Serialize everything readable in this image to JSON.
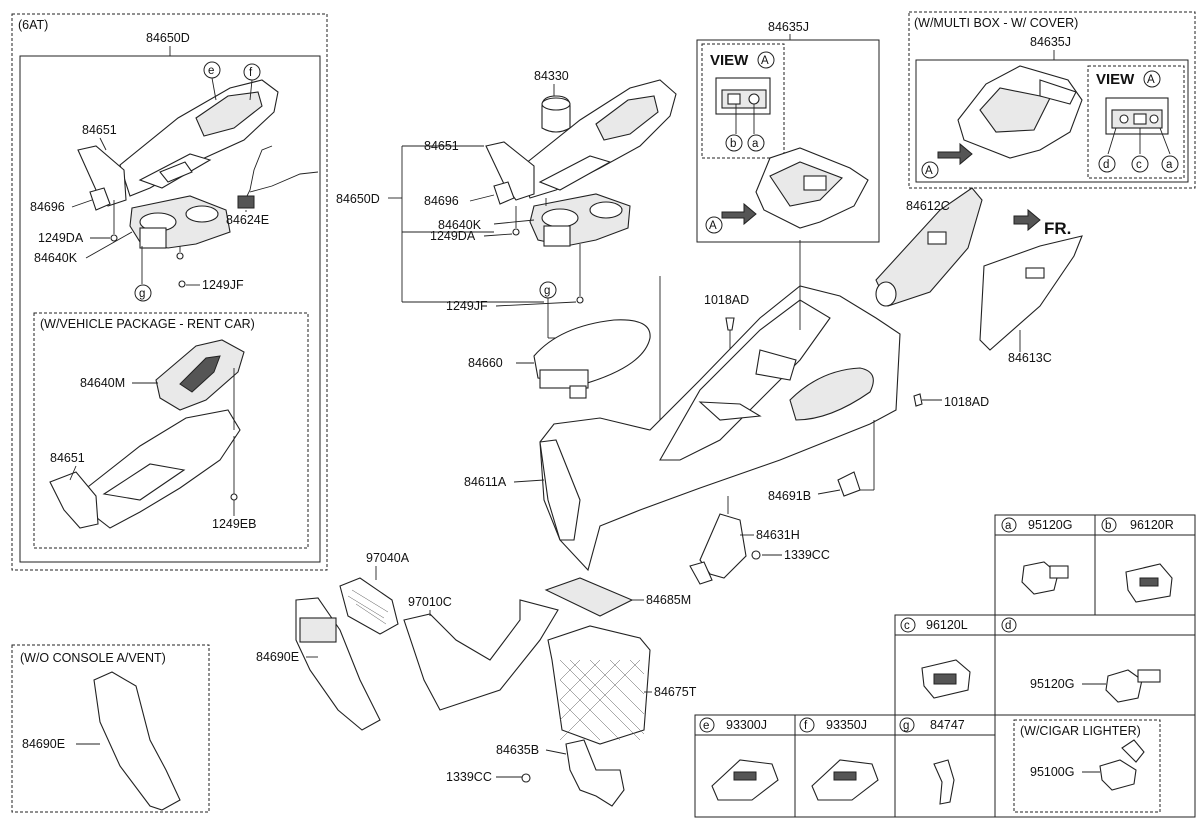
{
  "boxes": {
    "six_at": {
      "title": "(6AT)",
      "labels": [
        "84650D",
        "84651",
        "84696",
        "1249DA",
        "84640K",
        "84624E",
        "1249JF"
      ],
      "callouts": [
        "e",
        "f",
        "g"
      ]
    },
    "rent_car": {
      "title": "(W/VEHICLE PACKAGE - RENT CAR)",
      "labels": [
        "84640M",
        "84651",
        "1249EB"
      ]
    },
    "no_vent": {
      "title": "(W/O CONSOLE A/VENT)",
      "labels": [
        "84690E"
      ]
    },
    "view_a_main": {
      "part": "84635J",
      "view_title": "VIEW",
      "view_letter": "A",
      "callouts": [
        "b",
        "a"
      ],
      "arrow_letter": "A"
    },
    "multi_box": {
      "title": "(W/MULTI BOX - W/ COVER)",
      "part": "84635J",
      "view_title": "VIEW",
      "view_letter": "A",
      "callouts": [
        "d",
        "c",
        "a"
      ],
      "arrow_letter": "A"
    }
  },
  "main": {
    "labels": {
      "p84330": "84330",
      "p84651": "84651",
      "p84696": "84696",
      "p84650D": "84650D",
      "p1249DA": "1249DA",
      "p84640K": "84640K",
      "p1249JF": "1249JF",
      "p1018AD_top": "1018AD",
      "p84660": "84660",
      "p84611A": "84611A",
      "p84612C": "84612C",
      "p84613C": "84613C",
      "p1018AD_right": "1018AD",
      "p84691B": "84691B",
      "p84631H": "84631H",
      "p1339CC_a": "1339CC",
      "p97040A": "97040A",
      "p97010C": "97010C",
      "p84685M": "84685M",
      "p84690E": "84690E",
      "p84675T": "84675T",
      "p84635B": "84635B",
      "p1339CC_b": "1339CC"
    },
    "callout_g": "g",
    "front_label": "FR."
  },
  "legend": {
    "cells": [
      {
        "key": "a",
        "part": "95120G"
      },
      {
        "key": "b",
        "part": "96120R"
      },
      {
        "key": "c",
        "part": "96120L"
      },
      {
        "key": "d",
        "part": "",
        "sub_part": "95120G",
        "sub_title": "(W/CIGAR LIGHTER)",
        "sub_part2": "95100G"
      },
      {
        "key": "e",
        "part": "93300J"
      },
      {
        "key": "f",
        "part": "93350J"
      },
      {
        "key": "g",
        "part": "84747"
      }
    ]
  }
}
